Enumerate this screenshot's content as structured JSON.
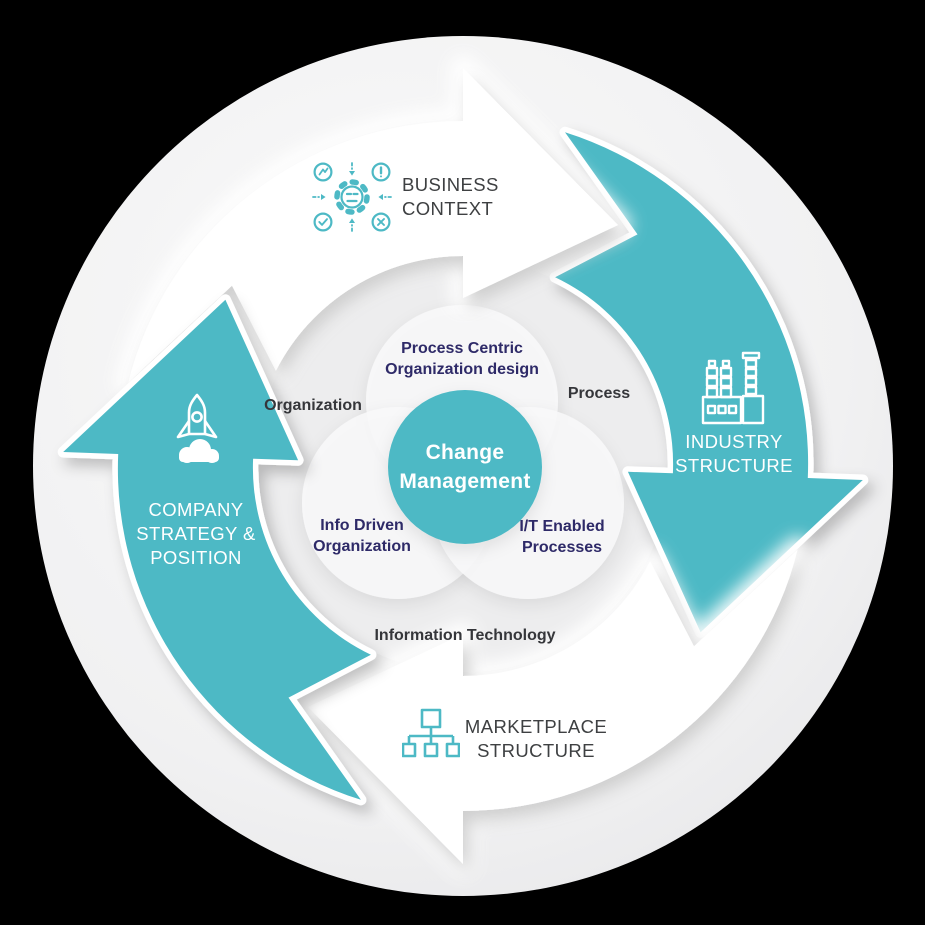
{
  "palette": {
    "teal": "#4DB9C5",
    "navy": "#2E2A68",
    "dark": "#35363A",
    "heading": "#3E4042",
    "bg": "#000000",
    "outer_disc": "#F0F0F1",
    "inner_disc": "#EDEDEE",
    "venn_fill": "#F8F8F9"
  },
  "center_circle": {
    "label": "Change\nManagement"
  },
  "venn_labels": {
    "top": "Process Centric\nOrganization design",
    "left": "Info Driven\nOrganization",
    "right": "I/T Enabled\nProcesses"
  },
  "ring_labels": {
    "organization": "Organization",
    "process": "Process",
    "information_technology": "Information Technology"
  },
  "outer_sections": [
    {
      "id": "business-context",
      "label": "BUSINESS\nCONTEXT",
      "icon": "gear-network-icon",
      "on_teal": false
    },
    {
      "id": "industry-structure",
      "label": "INDUSTRY\nSTRUCTURE",
      "icon": "factory-icon",
      "on_teal": true
    },
    {
      "id": "marketplace-structure",
      "label": "MARKETPLACE\nSTRUCTURE",
      "icon": "org-chart-icon",
      "on_teal": false
    },
    {
      "id": "company-strategy-position",
      "label": "COMPANY\nSTRATEGY &\nPOSITION",
      "icon": "rocket-icon",
      "on_teal": true
    }
  ]
}
